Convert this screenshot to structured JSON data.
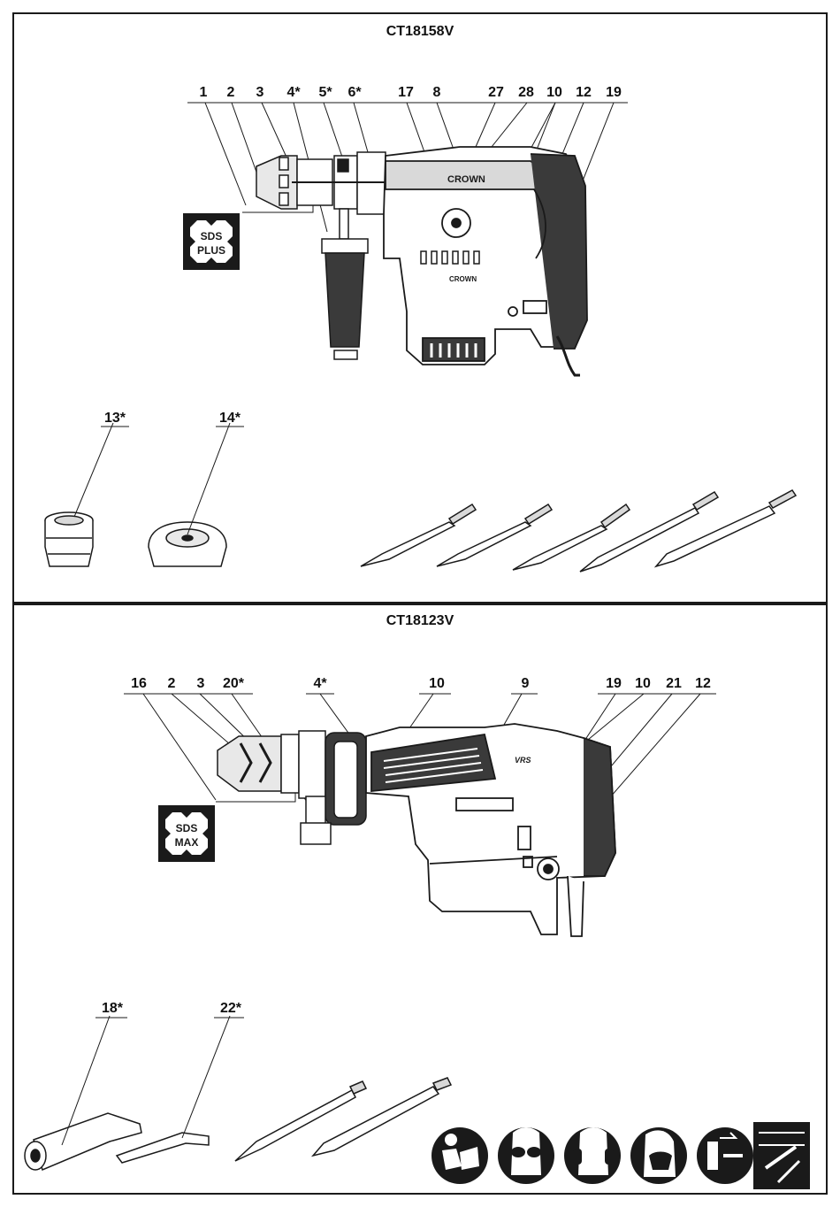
{
  "top_panel": {
    "model": "CT18158V",
    "callouts": [
      "1",
      "2",
      "3",
      "4*",
      "5*",
      "6*",
      "17",
      "8",
      "27",
      "28",
      "10",
      "12",
      "19"
    ],
    "accessory_callouts": [
      "13*",
      "14*"
    ],
    "badge": {
      "line1": "SDS",
      "line2": "PLUS"
    },
    "brand_marks": {
      "body": "CROWN",
      "handle": "CROWN",
      "motor": "CROWN"
    }
  },
  "bottom_panel": {
    "model": "CT18123V",
    "callouts": [
      "16",
      "2",
      "3",
      "20*",
      "4*",
      "10",
      "9",
      "19",
      "10",
      "21",
      "12"
    ],
    "accessory_callouts": [
      "18*",
      "22*"
    ],
    "badge": {
      "line1": "SDS",
      "line2": "MAX"
    },
    "vrs_mark": "VRS"
  },
  "safety_icons": [
    "read-manual-icon",
    "safety-goggles-icon",
    "ear-protection-icon",
    "dust-mask-icon",
    "unplug-before-service-icon",
    "hidden-wiring-warning-icon"
  ],
  "colors": {
    "ink": "#1a1a1a",
    "grip": "#3a3a3a",
    "light": "#e8e8e8"
  }
}
